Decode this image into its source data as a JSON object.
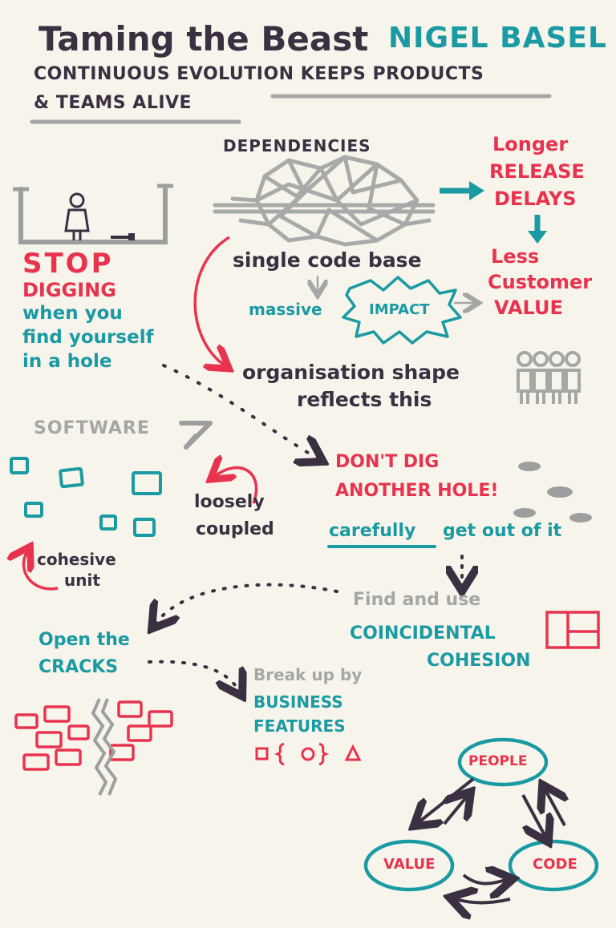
{
  "header": {
    "title": "Taming the Beast",
    "speaker": "NIGEL BASEL",
    "subtitle_line1": "CONTINUOUS EVOLUTION KEEPS PRODUCTS",
    "subtitle_line2": "& TEAMS ALIVE"
  },
  "dependencies": {
    "label": "DEPENDENCIES",
    "single_code_base": "single code base",
    "massive": "massive",
    "impact": "IMPACT",
    "org_line1": "organisation shape",
    "org_line2": "reflects this"
  },
  "release": {
    "line1": "Longer",
    "line2": "RELEASE",
    "line3": "DELAYS",
    "less1": "Less",
    "less2": "Customer",
    "less3": "VALUE"
  },
  "stop": {
    "title": "STOP",
    "digging": "DIGGING",
    "line1": "when you",
    "line2": "find yourself",
    "line3": "in a hole"
  },
  "software": {
    "label": "SOFTWARE",
    "loosely": "loosely",
    "coupled": "coupled",
    "cohesive": "cohesive",
    "unit": "unit"
  },
  "dont_dig": {
    "line1": "DON'T DIG",
    "line2": "ANOTHER HOLE!",
    "carefully": "carefully",
    "rest": "get out of it"
  },
  "coincidental": {
    "find": "Find and use",
    "line1": "COINCIDENTAL",
    "line2": "COHESION"
  },
  "cracks": {
    "line1": "Open the",
    "line2": "CRACKS"
  },
  "break_up": {
    "line1": "Break up by",
    "line2": "BUSINESS",
    "line3": "FEATURES"
  },
  "cycle": {
    "people": "PEOPLE",
    "value": "VALUE",
    "code": "CODE"
  },
  "colors": {
    "ink": "#3b2f42",
    "teal": "#1a9aa3",
    "red": "#e8334f",
    "grey": "#a6a6a6",
    "paper": "#f7f4eb"
  }
}
